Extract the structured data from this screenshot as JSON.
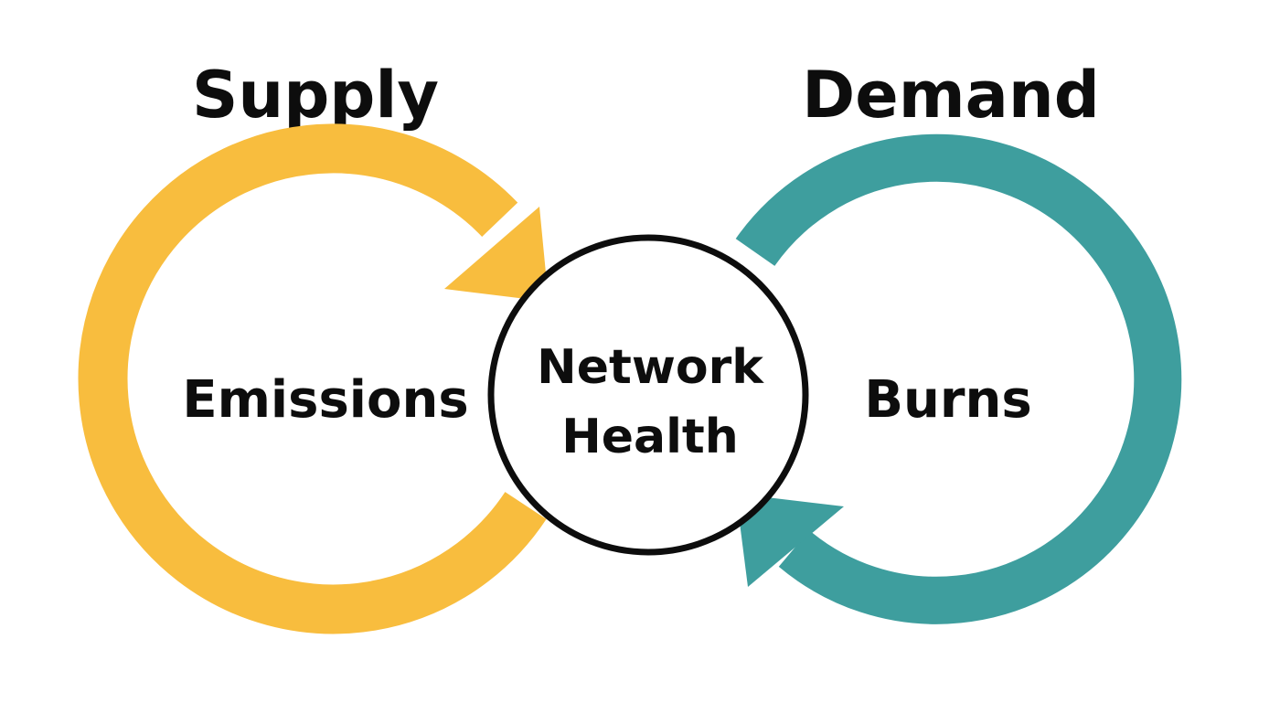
{
  "headings": {
    "supply": "Supply",
    "demand": "Demand"
  },
  "cycles": {
    "supply": {
      "label": "Emissions",
      "color": "#F8BD3E"
    },
    "demand": {
      "label": "Burns",
      "color": "#3E9E9E"
    }
  },
  "center": {
    "line1": "Network",
    "line2": "Health",
    "stroke": "#0d0d0d",
    "fill": "#ffffff"
  }
}
